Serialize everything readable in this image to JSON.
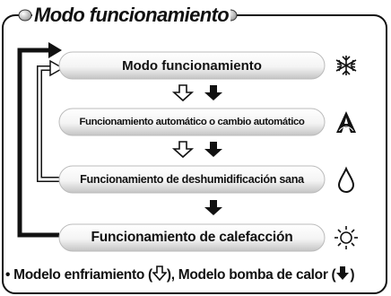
{
  "panel": {
    "title": "Modo funcionamiento"
  },
  "steps": [
    {
      "label": "Modo funcionamiento",
      "icon": "snowflake-icon"
    },
    {
      "label": "Funcionamiento automático o cambio automático",
      "icon": "auto-a-icon"
    },
    {
      "label": "Funcionamiento de deshumidificación sana",
      "icon": "droplet-icon"
    },
    {
      "label": "Funcionamiento de calefacción",
      "icon": "sun-icon"
    }
  ],
  "arrows": {
    "cooling_model": "outline-down-arrow-icon",
    "heat_pump_model": "filled-down-arrow-icon"
  },
  "legend": {
    "prefix": "• Modelo enfriamiento (",
    "middle": "), Modelo bomba de calor (",
    "suffix": ")"
  },
  "colors": {
    "ink": "#111111",
    "pill_gradient_top": "#ffffff",
    "pill_gradient_bottom": "#c8c8c8",
    "panel_bg": "#ffffff"
  }
}
